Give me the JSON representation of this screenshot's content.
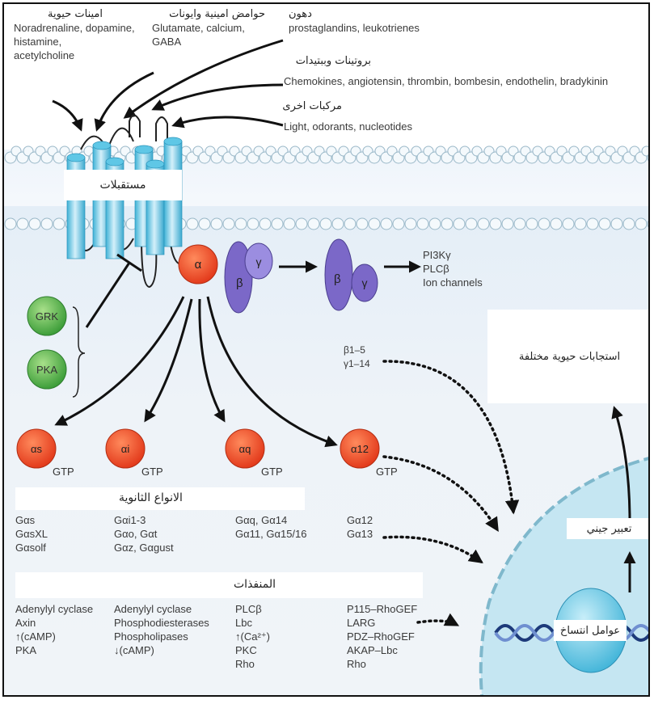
{
  "ligands": [
    {
      "arabic": "امينات حيوية",
      "english": [
        "Noradrenaline, dopamine,",
        "histamine,",
        "acetylcholine"
      ]
    },
    {
      "arabic": "حوامض امينية وايونات",
      "english": [
        "Glutamate, calcium,",
        "GABA"
      ]
    },
    {
      "arabic": "دهون",
      "english": [
        "prostaglandins, leukotrienes"
      ]
    },
    {
      "arabic": "بروتينات وببتيدات",
      "english": [
        "Chemokines, angiotensin, thrombin, bombesin, endothelin, bradykinin"
      ]
    },
    {
      "arabic": "مركبات اخرى",
      "english": [
        "Light, odorants, nucleotides"
      ]
    }
  ],
  "receptor_label": "مستقبلات",
  "kinases": [
    "GRK",
    "PKA"
  ],
  "g_protein": {
    "alpha": "α",
    "beta": "β",
    "gamma": "γ"
  },
  "beta_gamma_effectors": [
    "PI3Kγ",
    "PLCβ",
    "Ion channels"
  ],
  "beta_gamma_subtypes": [
    "β1–5",
    "γ1–14"
  ],
  "responses_label": "استجابات حيوية مختلفة",
  "gene_expression_label": "تعبير جيني",
  "transcription_factors_label": "عوامل انتساخ",
  "subtypes_header": "الانواع الثانوية",
  "effectors_header": "المنفذات",
  "alpha_families": [
    {
      "name": "αs",
      "gtp": "GTP",
      "subtypes": [
        "Gαs",
        "GαsXL",
        "Gαsolf"
      ],
      "effectors": [
        "Adenylyl cyclase",
        "Axin",
        "↑(cAMP)",
        "PKA"
      ]
    },
    {
      "name": "αi",
      "gtp": "GTP",
      "subtypes": [
        "Gαi1-3",
        "Gαo, Gαt",
        "Gαz, Gαgust"
      ],
      "effectors": [
        "Adenylyl cyclase",
        "Phosphodiesterases",
        "Phospholipases",
        "↓(cAMP)"
      ]
    },
    {
      "name": "αq",
      "gtp": "GTP",
      "subtypes": [
        "Gαq, Gα14",
        "Gα11, Gα15/16"
      ],
      "effectors": [
        "PLCβ",
        "Lbc",
        "↑(Ca²⁺)",
        "PKC",
        "Rho"
      ]
    },
    {
      "name": "α12",
      "gtp": "GTP",
      "subtypes": [
        "Gα12",
        "Gα13"
      ],
      "effectors": [
        "P115–RhoGEF",
        "LARG",
        "PDZ–RhoGEF",
        "AKAP–Lbc",
        "Rho"
      ]
    }
  ],
  "colors": {
    "alpha": "#e8452a",
    "beta_gamma": "#7b68c8",
    "kinase": "#5cb85c",
    "receptor": "#5bc0de",
    "nucleus": "#cde9f4"
  }
}
